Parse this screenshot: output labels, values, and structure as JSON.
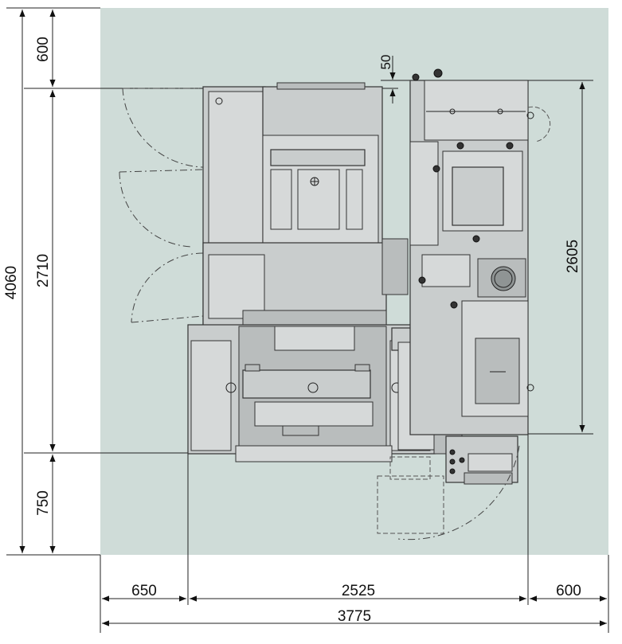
{
  "dimensions": {
    "left_top": "600",
    "left_middle": "2710",
    "left_bottom": "750",
    "left_total": "4060",
    "top_small": "50",
    "right_height": "2605",
    "bottom_left": "650",
    "bottom_middle": "2525",
    "bottom_right": "600",
    "bottom_total": "3775"
  },
  "colors": {
    "floor_area": "#cfdcd8",
    "machine_body": "#c9cdcd",
    "line": "#222222"
  }
}
